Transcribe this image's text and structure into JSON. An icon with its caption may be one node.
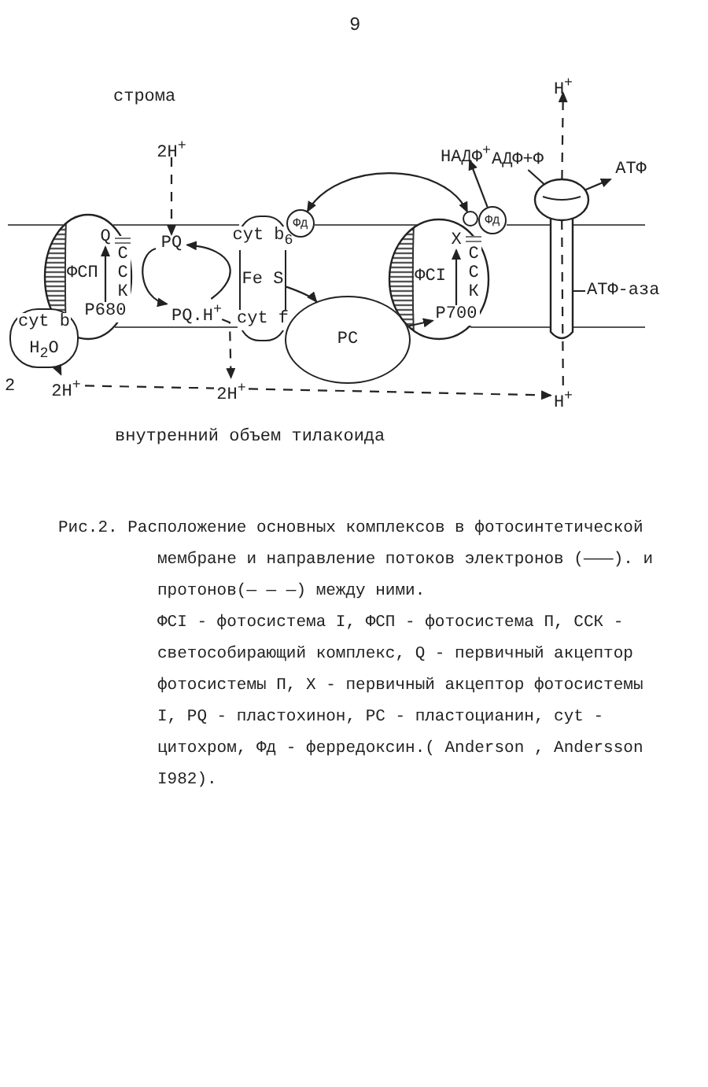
{
  "diagram": {
    "caption": "Рис.2. Расположение основных комплексов в фотосинтетической мембране и направление потоков электронов (———). и протонов(— — —) между ними.",
    "nodes": [
      {
        "text": [
          "ФСП"
        ]
      },
      {
        "text": [
          "Q"
        ],
        "in": 0
      },
      {
        "text": [
          "P680"
        ],
        "in": 0
      },
      {
        "text": [
          "ССК"
        ],
        "in": 0
      },
      {
        "text": [
          "cyt b",
          "H$_{2}$O"
        ]
      },
      {
        "text": [
          "2H$^{+}$"
        ]
      },
      {
        "text": [
          "PQ"
        ]
      },
      {
        "text": [
          "PQ.H$^{+}$"
        ]
      },
      {
        "text": [
          "2H$^{+}$"
        ]
      },
      {
        "text": [
          "cyt b$_{6}$",
          "Fe S",
          "cyt f"
        ]
      },
      {
        "text": [
          "2H$^{+}$"
        ]
      },
      {
        "text": [
          "PC"
        ]
      },
      {
        "text": [
          "Фд"
        ]
      },
      {
        "text": [
          "ФСI"
        ]
      },
      {
        "text": [
          "X"
        ],
        "in": 13
      },
      {
        "text": [
          "P700"
        ],
        "in": 13
      },
      {
        "text": [
          "ССК"
        ],
        "in": 13
      },
      {
        "text": [],
        "shape": "circle"
      },
      {
        "text": [
          "Фд"
        ]
      },
      {
        "text": [
          "НАДФ$^{+}$"
        ]
      },
      {
        "text": [
          "АТФ-аза"
        ]
      },
      {
        "text": [
          "АДФ+Ф"
        ]
      },
      {
        "text": [
          "АТФ"
        ]
      },
      {
        "text": [
          "H$^{+}$"
        ]
      },
      {
        "text": [
          "H$^{+}$"
        ]
      }
    ],
    "edges": [
      {
        "from": 2,
        "to": 1,
        "arrow": "to"
      },
      {
        "from": 15,
        "to": 14,
        "arrow": "to"
      },
      {
        "from": 4,
        "to": 5,
        "arrow": "to"
      },
      {
        "from": 6,
        "to": 7,
        "arrow": "to"
      },
      {
        "from": 7,
        "to": 6,
        "arrow": "to"
      },
      {
        "from": 8,
        "to": 6,
        "arrow": "to",
        "style": "dashed"
      },
      {
        "from": 7,
        "to": 10,
        "arrow": "to",
        "style": "dashed"
      },
      {
        "from": 9,
        "to": 11,
        "arrow": "to"
      },
      {
        "from": 11,
        "to": 15,
        "arrow": "to"
      },
      {
        "from": 17,
        "to": 12,
        "arrow": "both"
      },
      {
        "from": 18,
        "to": 19,
        "arrow": "to"
      },
      {
        "from": 21,
        "to": 20,
        "arrow": "none"
      },
      {
        "from": 20,
        "to": 22,
        "arrow": "to"
      },
      {
        "from": 5,
        "to": 10,
        "arrow": "none",
        "style": "dashed"
      },
      {
        "from": 10,
        "to": 24,
        "arrow": "to",
        "style": "dashed"
      },
      {
        "from": 24,
        "to": 20,
        "arrow": "none",
        "style": "dashed"
      },
      {
        "from": 20,
        "to": 23,
        "arrow": "to",
        "style": "dashed"
      }
    ],
    "labels": [
      "9",
      "строма",
      "2",
      "внутренний объем тилакоида",
      "ФСI - фотосистема I, ФСП - фотосистема П, ССК - светособирающий комплекс, Q - первичный акцептор фотосистемы П, X - первичный акцептор фотосистемы I, PQ - пластохинон, PC - пластоцианин, cyt - цитохром, Фд - ферредоксин.( Anderson , Andersson I982)."
    ]
  }
}
